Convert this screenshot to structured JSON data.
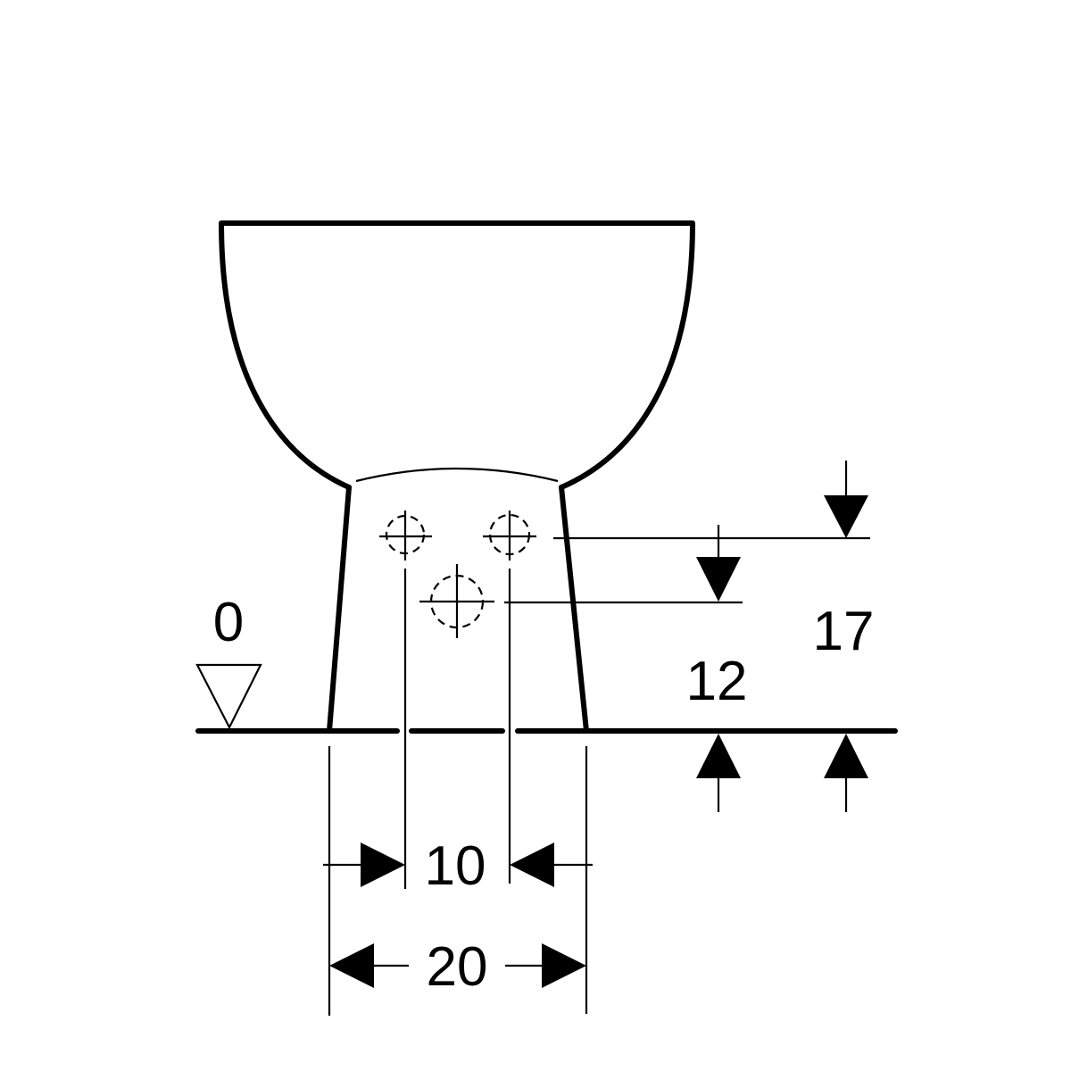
{
  "dimensions": {
    "floor_level": "0",
    "pipe_height_high": "17",
    "pipe_height_low": "12",
    "pipe_spacing": "10",
    "base_width": "20"
  }
}
